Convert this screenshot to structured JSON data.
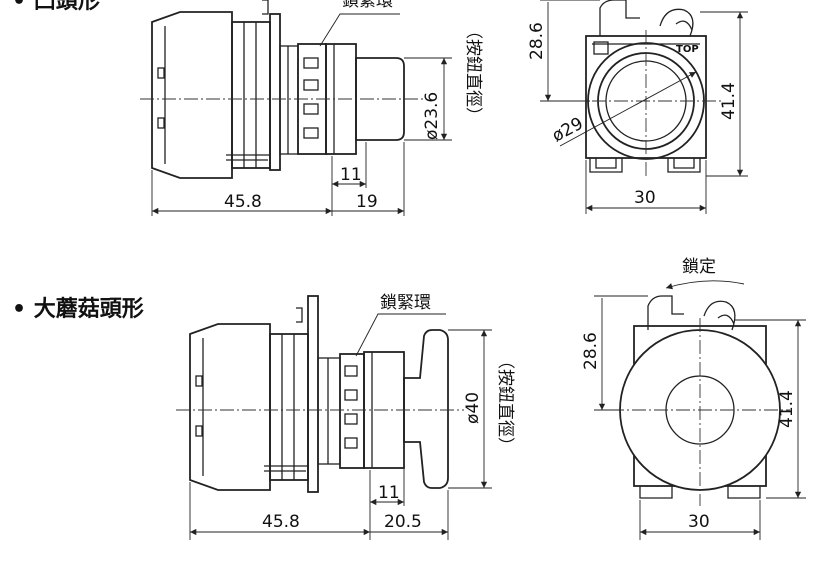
{
  "top_section": {
    "heading": "• 凸頭形",
    "side_view": {
      "ring_label": "鎖緊環",
      "diameter": "ø23.6",
      "diameter_note": "（按鈕直徑）",
      "dim_small": "11",
      "dim_front": "19",
      "dim_body": "45.8"
    },
    "front_view": {
      "dim_height_top": "28.6",
      "dim_height": "41.4",
      "dim_width": "30",
      "dim_circle": "ø29",
      "top_mark": "TOP"
    }
  },
  "bottom_section": {
    "heading": "• 大蘑菇頭形",
    "side_view": {
      "ring_label": "鎖緊環",
      "diameter": "ø40",
      "diameter_note": "（按鈕直徑）",
      "dim_small": "11",
      "dim_front": "20.5",
      "dim_body": "45.8"
    },
    "front_view": {
      "lock_label": "鎖定",
      "dim_height_top": "28.6",
      "dim_height": "41.4",
      "dim_width": "30"
    }
  }
}
